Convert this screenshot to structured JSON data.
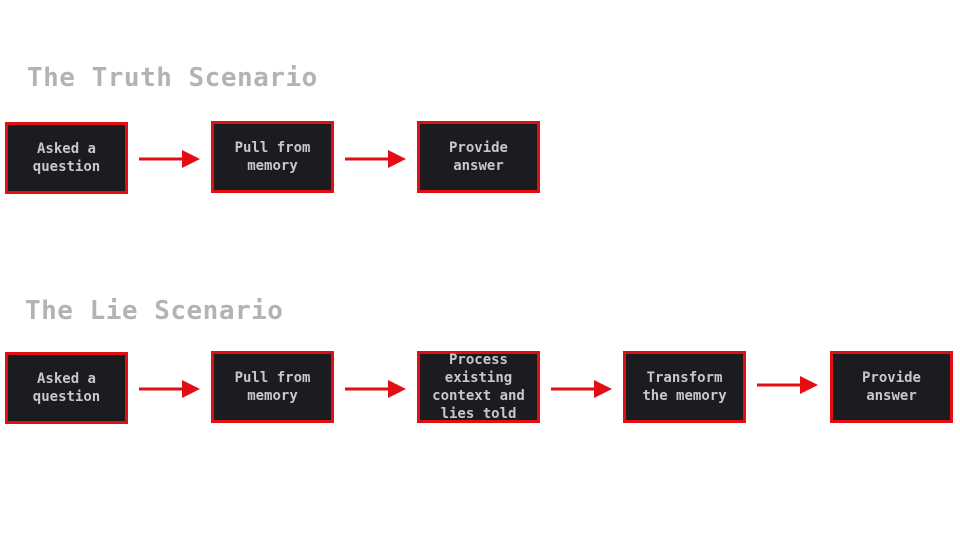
{
  "colors": {
    "box_fill": "#1b1c1f",
    "box_border": "#e30d14",
    "arrow": "#e30d14",
    "heading_text": "#b3b3b7",
    "box_text": "#c8c8cc"
  },
  "truth": {
    "title": "The Truth Scenario",
    "steps": [
      "Asked a\nquestion",
      "Pull from\nmemory",
      "Provide\nanswer"
    ]
  },
  "lie": {
    "title": "The Lie Scenario",
    "steps": [
      "Asked a\nquestion",
      "Pull from\nmemory",
      "Process\nexisting\ncontext and\nlies told",
      "Transform\nthe memory",
      "Provide\nanswer"
    ]
  }
}
